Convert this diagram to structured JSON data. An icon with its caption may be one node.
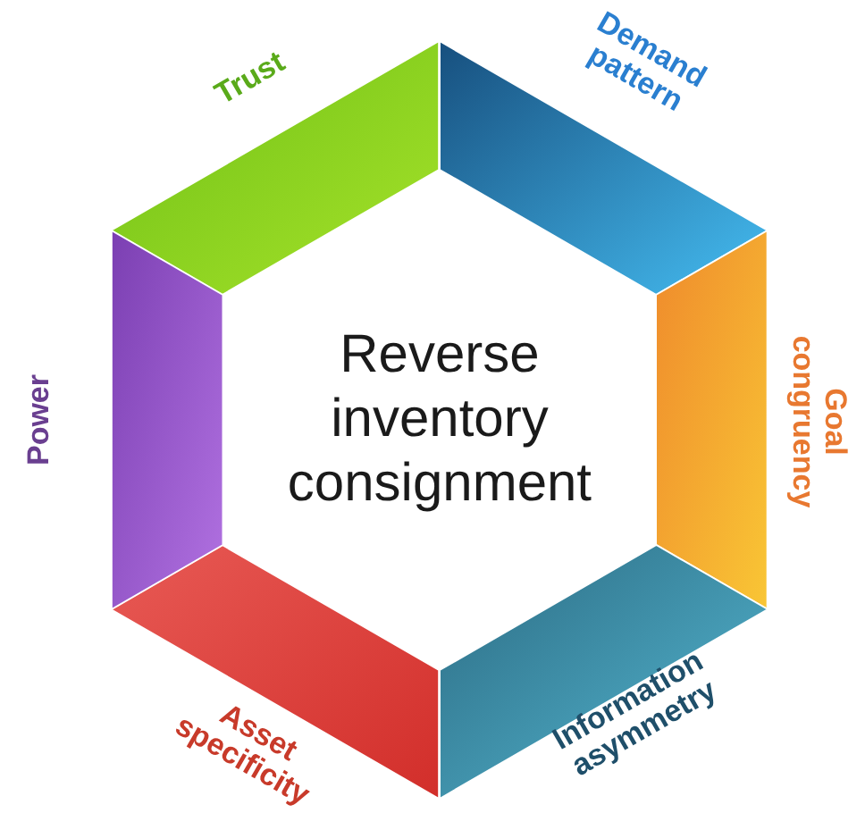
{
  "diagram": {
    "nodes": [
      {
        "text": [
          "Reverse inventory consignment"
        ]
      },
      {
        "text": [
          "Trust"
        ]
      },
      {
        "text": [
          "Demand pattern"
        ]
      },
      {
        "text": [
          "Goal congruency"
        ]
      },
      {
        "text": [
          "Information asymmetry"
        ]
      },
      {
        "text": [
          "Asset specificity"
        ]
      },
      {
        "text": [
          "Power"
        ]
      }
    ]
  }
}
